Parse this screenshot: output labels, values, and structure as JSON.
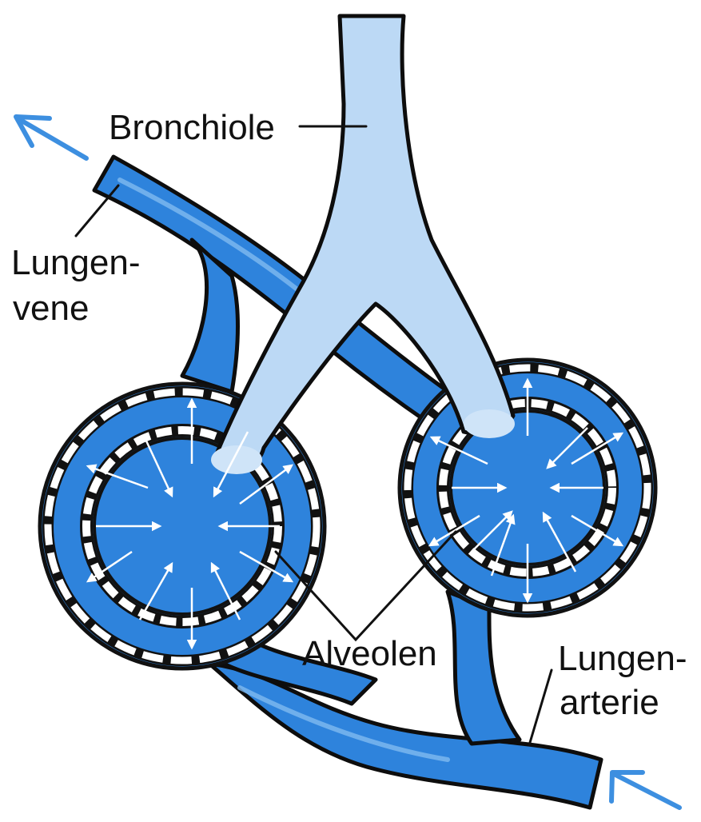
{
  "labels": {
    "bronchiole": "Bronchiole",
    "vein_line1": "Lungen-",
    "vein_line2": "vene",
    "alveoli": "Alveolen",
    "artery_line1": "Lungen-",
    "artery_line2": "arterie"
  },
  "colors": {
    "vessel_blue": "#2e83dc",
    "bronchiole_light_blue": "#bcd9f5",
    "flow_arrow_blue": "#3d8fe0",
    "outline": "#0d0d0d",
    "gas_exchange_arrow": "#ffffff"
  },
  "elements": {
    "flow_arrows": [
      "outflow-arrow-icon",
      "inflow-arrow-icon"
    ],
    "gas_exchange_arrows": "white-arrow-icons"
  }
}
